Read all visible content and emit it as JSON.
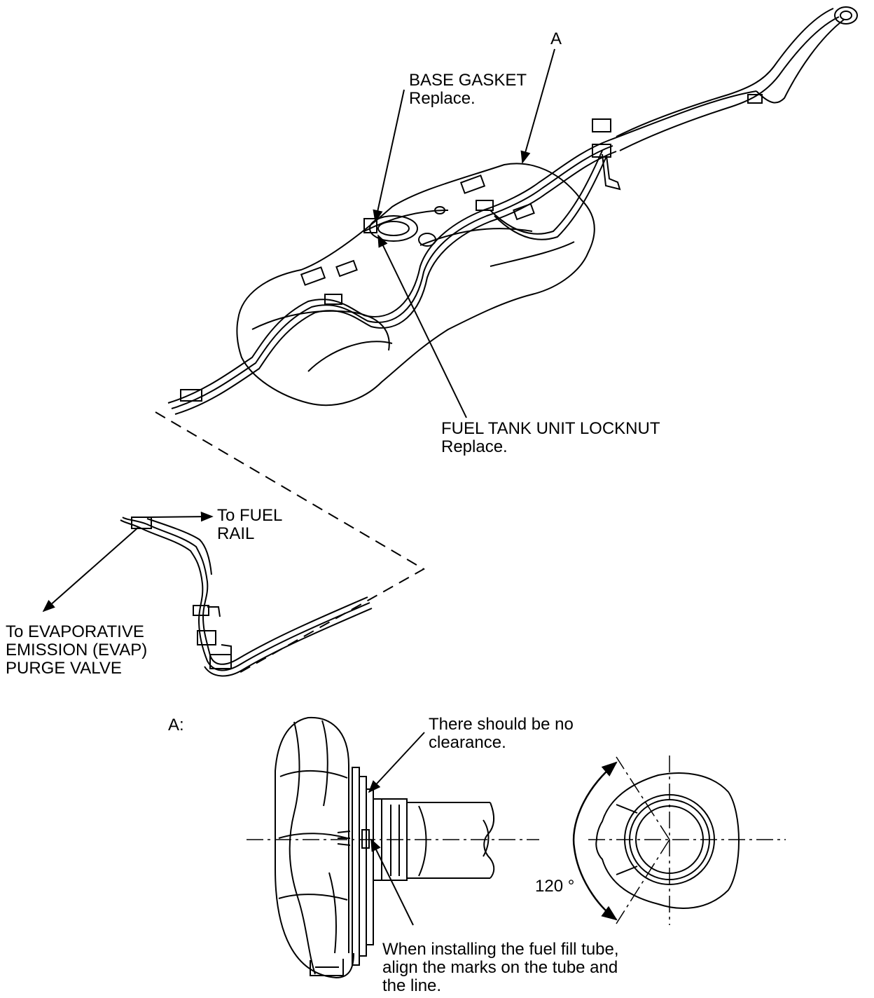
{
  "labels": {
    "a_callout": "A",
    "base_gasket": "BASE GASKET",
    "base_gasket_note": "Replace.",
    "locknut": "FUEL TANK UNIT LOCKNUT",
    "locknut_note": "Replace.",
    "fuel_rail_1": "To FUEL",
    "fuel_rail_2": "RAIL",
    "evap_1": "To EVAPORATIVE",
    "evap_2": "EMISSION (EVAP)",
    "evap_3": "PURGE VALVE",
    "detail_a": "A:",
    "clearance_1": "There should be no",
    "clearance_2": "clearance.",
    "angle": "120 °",
    "install_1": "When installing the fuel fill tube,",
    "install_2": "align the marks on the tube and",
    "install_3": "the line."
  },
  "colors": {
    "line": "#000000",
    "background": "#ffffff"
  }
}
